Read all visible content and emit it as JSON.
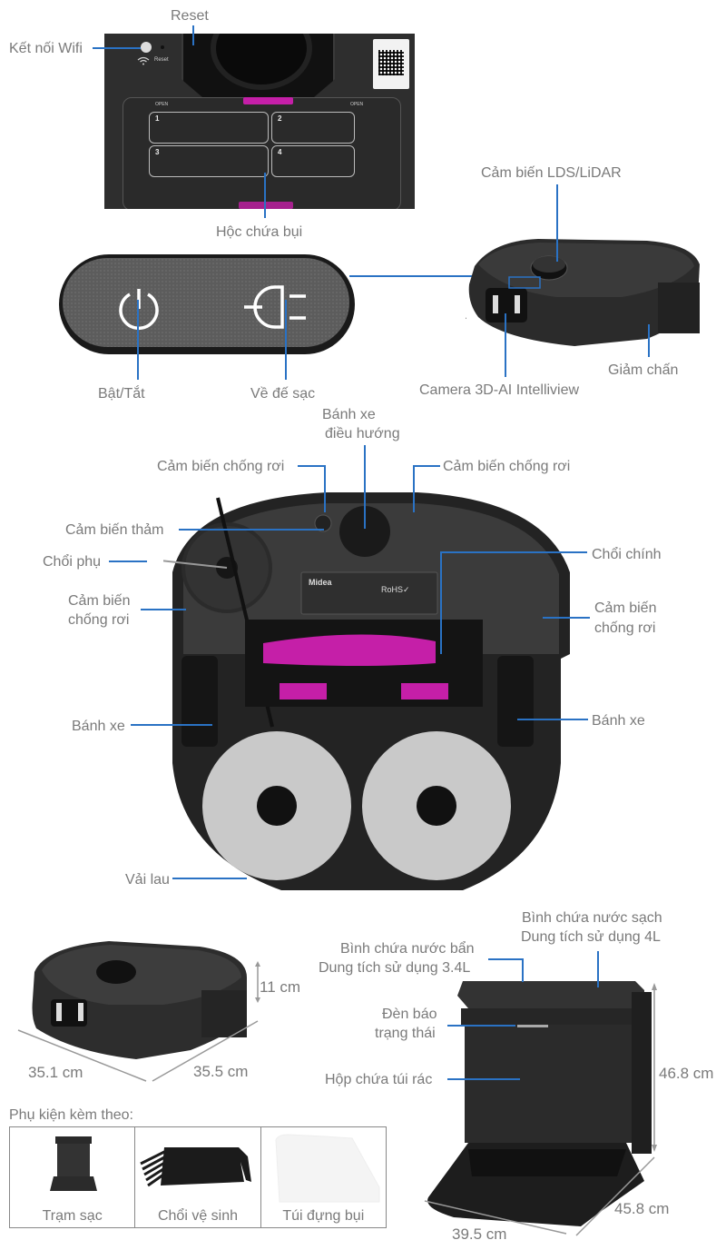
{
  "top_panel": {
    "labels": {
      "reset": "Reset",
      "wifi": "Kết nối Wifi",
      "dust_bin": "Hộc chứa bụi"
    },
    "panel_texts": {
      "reset_small": "Reset",
      "open_left": "OPEN",
      "open_right": "OPEN",
      "steps": [
        "1",
        "2",
        "3",
        "4"
      ]
    }
  },
  "control_buttons": {
    "power": "Bật/Tắt",
    "dock": "Về đế sạc"
  },
  "robot_top": {
    "lidar": "Cảm biến LDS/LiDAR",
    "camera": "Camera 3D-AI Intelliview",
    "bumper": "Giảm chấn"
  },
  "robot_bottom": {
    "nav_wheel": "Bánh xe\nđiều hướng",
    "nav_wheel_line1": "Bánh xe",
    "nav_wheel_line2": "điều hướng",
    "cliff_top_left": "Cảm biến chống rơi",
    "cliff_top_right": "Cảm biến chống rơi",
    "carpet_sensor": "Cảm biến thảm",
    "side_brush": "Chổi phụ",
    "cliff_left_l1": "Cảm biến",
    "cliff_left_l2": "chống rơi",
    "main_brush": "Chổi chính",
    "cliff_right_l1": "Cảm biến",
    "cliff_right_l2": "chống rơi",
    "wheel_left": "Bánh xe",
    "wheel_right": "Bánh xe",
    "mop": "Vải lau",
    "plate_brand": "Midea",
    "plate_rohs": "RoHS✓"
  },
  "robot_dimensions": {
    "height": "11 cm",
    "depth": "35.1 cm",
    "width": "35.5 cm"
  },
  "station": {
    "clean_tank_l1": "Bình chứa nước sạch",
    "clean_tank_l2": "Dung tích sử dụng 4L",
    "dirty_tank_l1": "Bình chứa nước bẩn",
    "dirty_tank_l2": "Dung tích sử dụng 3.4L",
    "status_light_l1": "Đèn báo",
    "status_light_l2": "trạng thái",
    "bag_box": "Hộp chứa túi rác",
    "height": "46.8 cm",
    "depth": "45.8 cm",
    "width": "39.5 cm"
  },
  "accessories": {
    "title": "Phụ kiện kèm theo:",
    "items": [
      {
        "label": "Trạm sạc",
        "icon": "charging-station"
      },
      {
        "label": "Chổi vệ sinh",
        "icon": "cleaning-brush"
      },
      {
        "label": "Túi đựng bụi",
        "icon": "dust-bag"
      }
    ]
  },
  "colors": {
    "leader_line": "#2a72c4",
    "label_text": "#7a7a7a",
    "accent_magenta": "#c51fa8",
    "device_dark": "#2b2b2b"
  }
}
